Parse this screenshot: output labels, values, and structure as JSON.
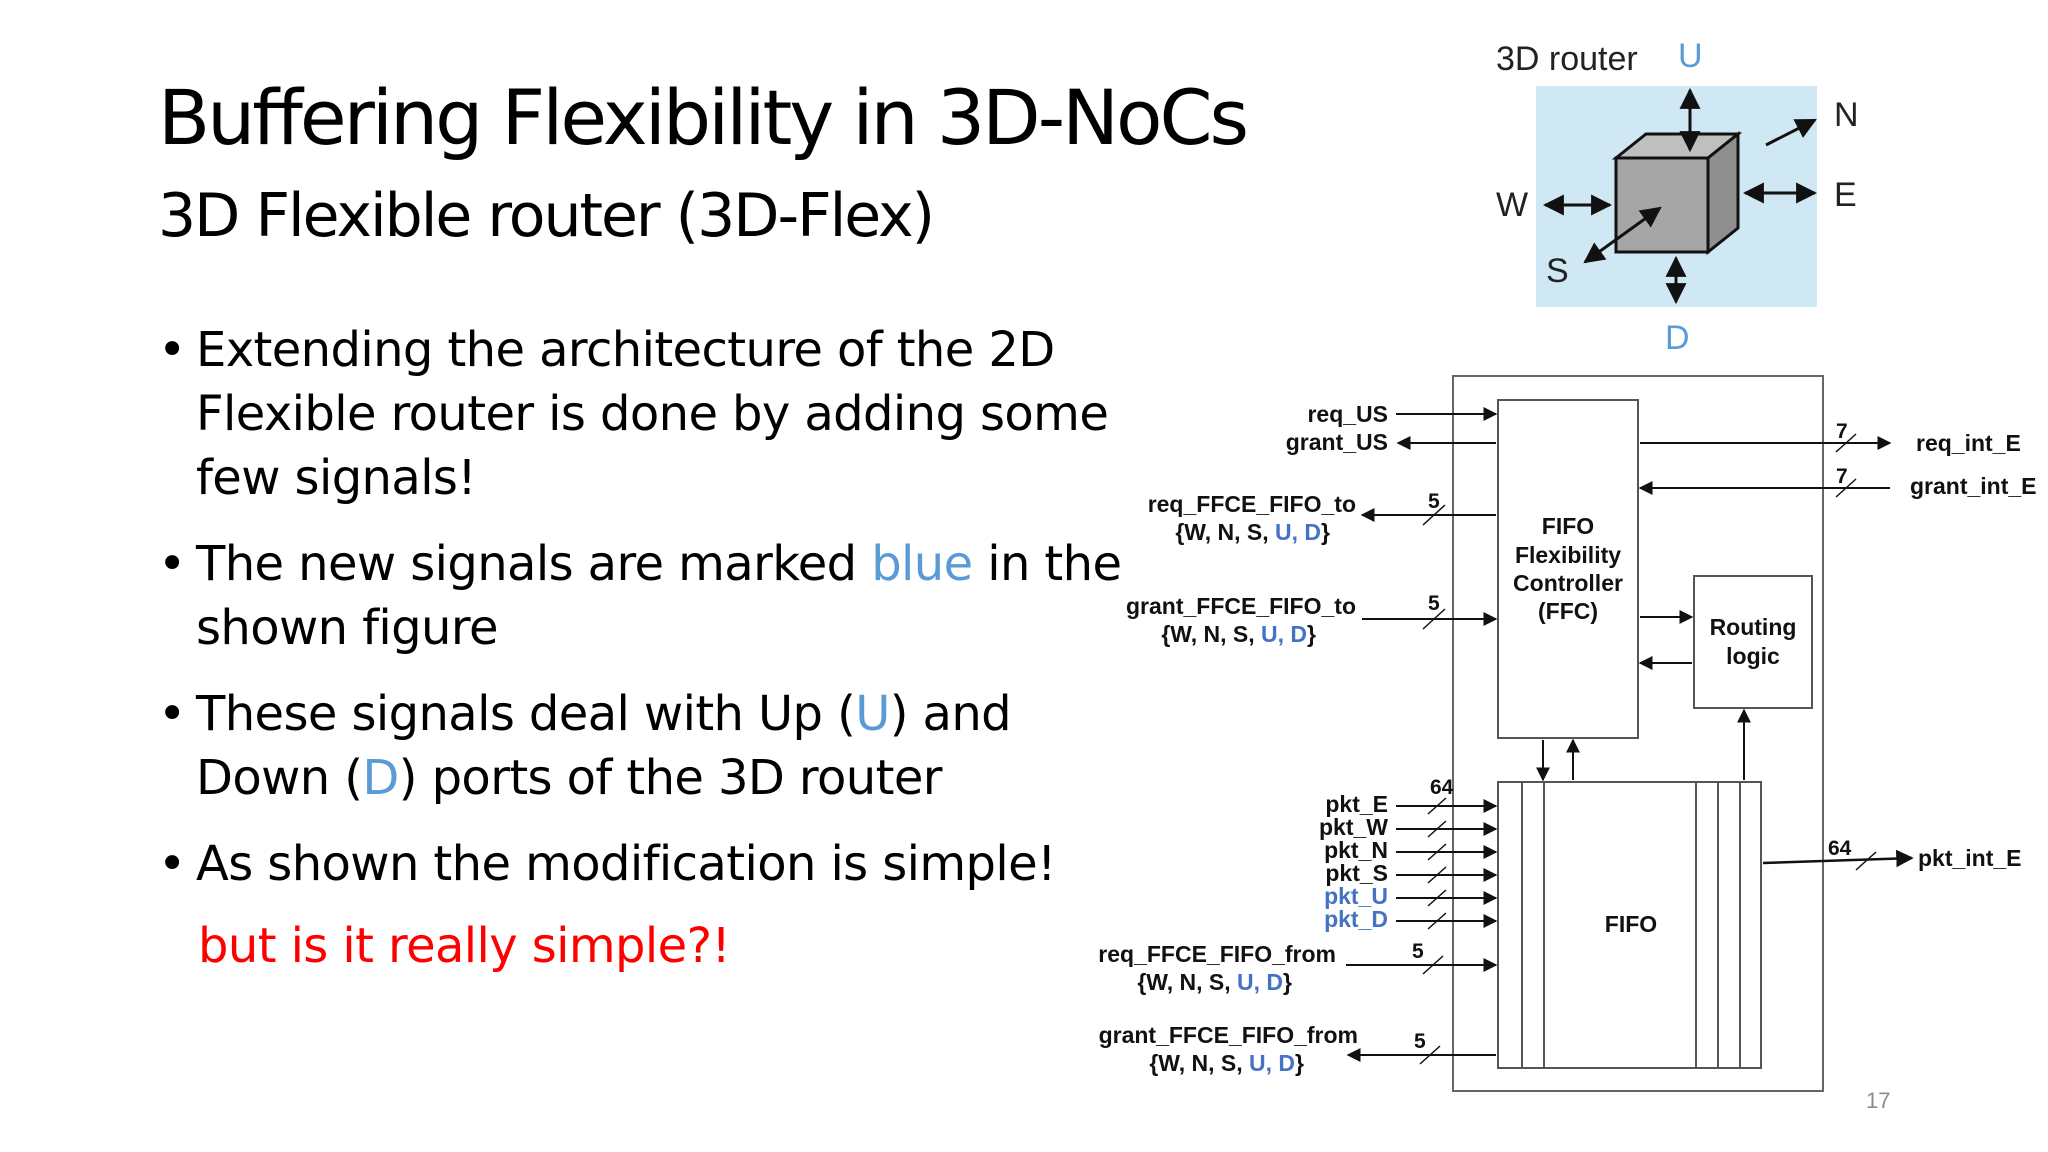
{
  "slide": {
    "title": "Buffering Flexibility in 3D-NoCs",
    "subtitle": "3D Flexible router (3D-Flex)",
    "bullets": [
      {
        "pre": "Extending the architecture of the 2D Flexible router is done by adding some few signals!"
      },
      {
        "pre": "The new signals are marked ",
        "blue": "blue",
        "post": " in the shown figure"
      },
      {
        "pre": "These signals deal with Up (",
        "blue": "U",
        "mid": ") and Down (",
        "blue2": "D",
        "post": ") ports of the 3D router"
      },
      {
        "pre": "As shown the modification is simple!"
      }
    ],
    "tagline": "but is it really simple?!",
    "page_number": "17"
  },
  "cube": {
    "title": "3D router",
    "up": "U",
    "down": "D",
    "north": "N",
    "east": "E",
    "west": "W",
    "south": "S",
    "colors": {
      "background": "#cfe8f3",
      "cube": "#a6a6a6",
      "blue_label": "#5b9bd5"
    }
  },
  "diagram": {
    "ffc_block": [
      "FIFO",
      "Flexibility",
      "Controller",
      "(FFC)"
    ],
    "routing_block": [
      "Routing",
      "logic"
    ],
    "fifo_block": "FIFO",
    "signals": {
      "req_us": "req_US",
      "grant_us": "grant_US",
      "req_ffce_to": "req_FFCE_FIFO_to",
      "grant_ffce_to": "grant_FFCE_FIFO_to",
      "req_ffce_from": "req_FFCE_FIFO_from",
      "grant_ffce_from": "grant_FFCE_FIFO_from",
      "set_black": "{W, N, S, ",
      "set_blue": "U, D",
      "set_close": "}",
      "pkt_e": "pkt_E",
      "pkt_w": "pkt_W",
      "pkt_n": "pkt_N",
      "pkt_s": "pkt_S",
      "pkt_u": "pkt_U",
      "pkt_d": "pkt_D",
      "req_int_e": "req_int_E",
      "grant_int_e": "grant_int_E",
      "pkt_int_e": "pkt_int_E"
    },
    "widths": {
      "five": "5",
      "seven": "7",
      "sixtyfour": "64"
    },
    "colors": {
      "new_signal": "#4472c4",
      "line": "#111111"
    }
  }
}
